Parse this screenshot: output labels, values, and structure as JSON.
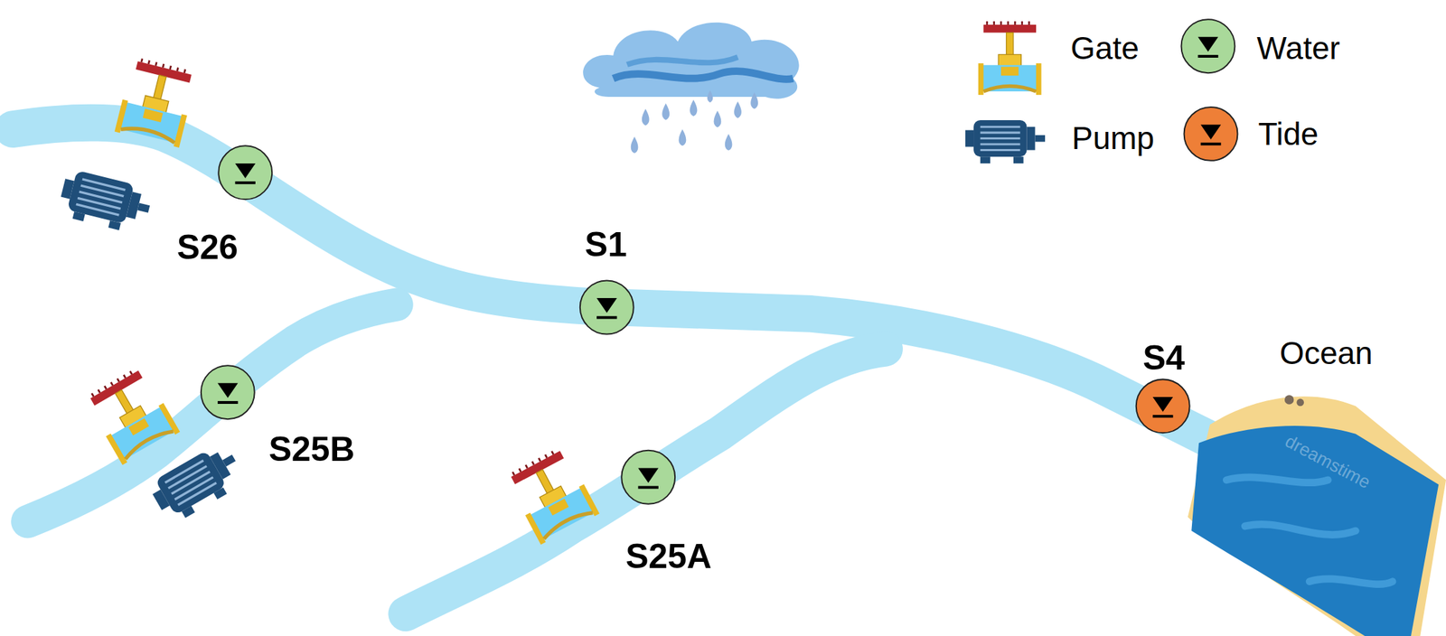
{
  "diagram": {
    "labels": [
      "S26",
      "S1",
      "S25B",
      "S4",
      "Ocean",
      "S25A",
      "dreamstime"
    ],
    "legend": [
      {
        "text": "Gate"
      },
      {
        "text": "Water"
      },
      {
        "text": "Pump"
      },
      {
        "text": "Tide"
      }
    ]
  }
}
